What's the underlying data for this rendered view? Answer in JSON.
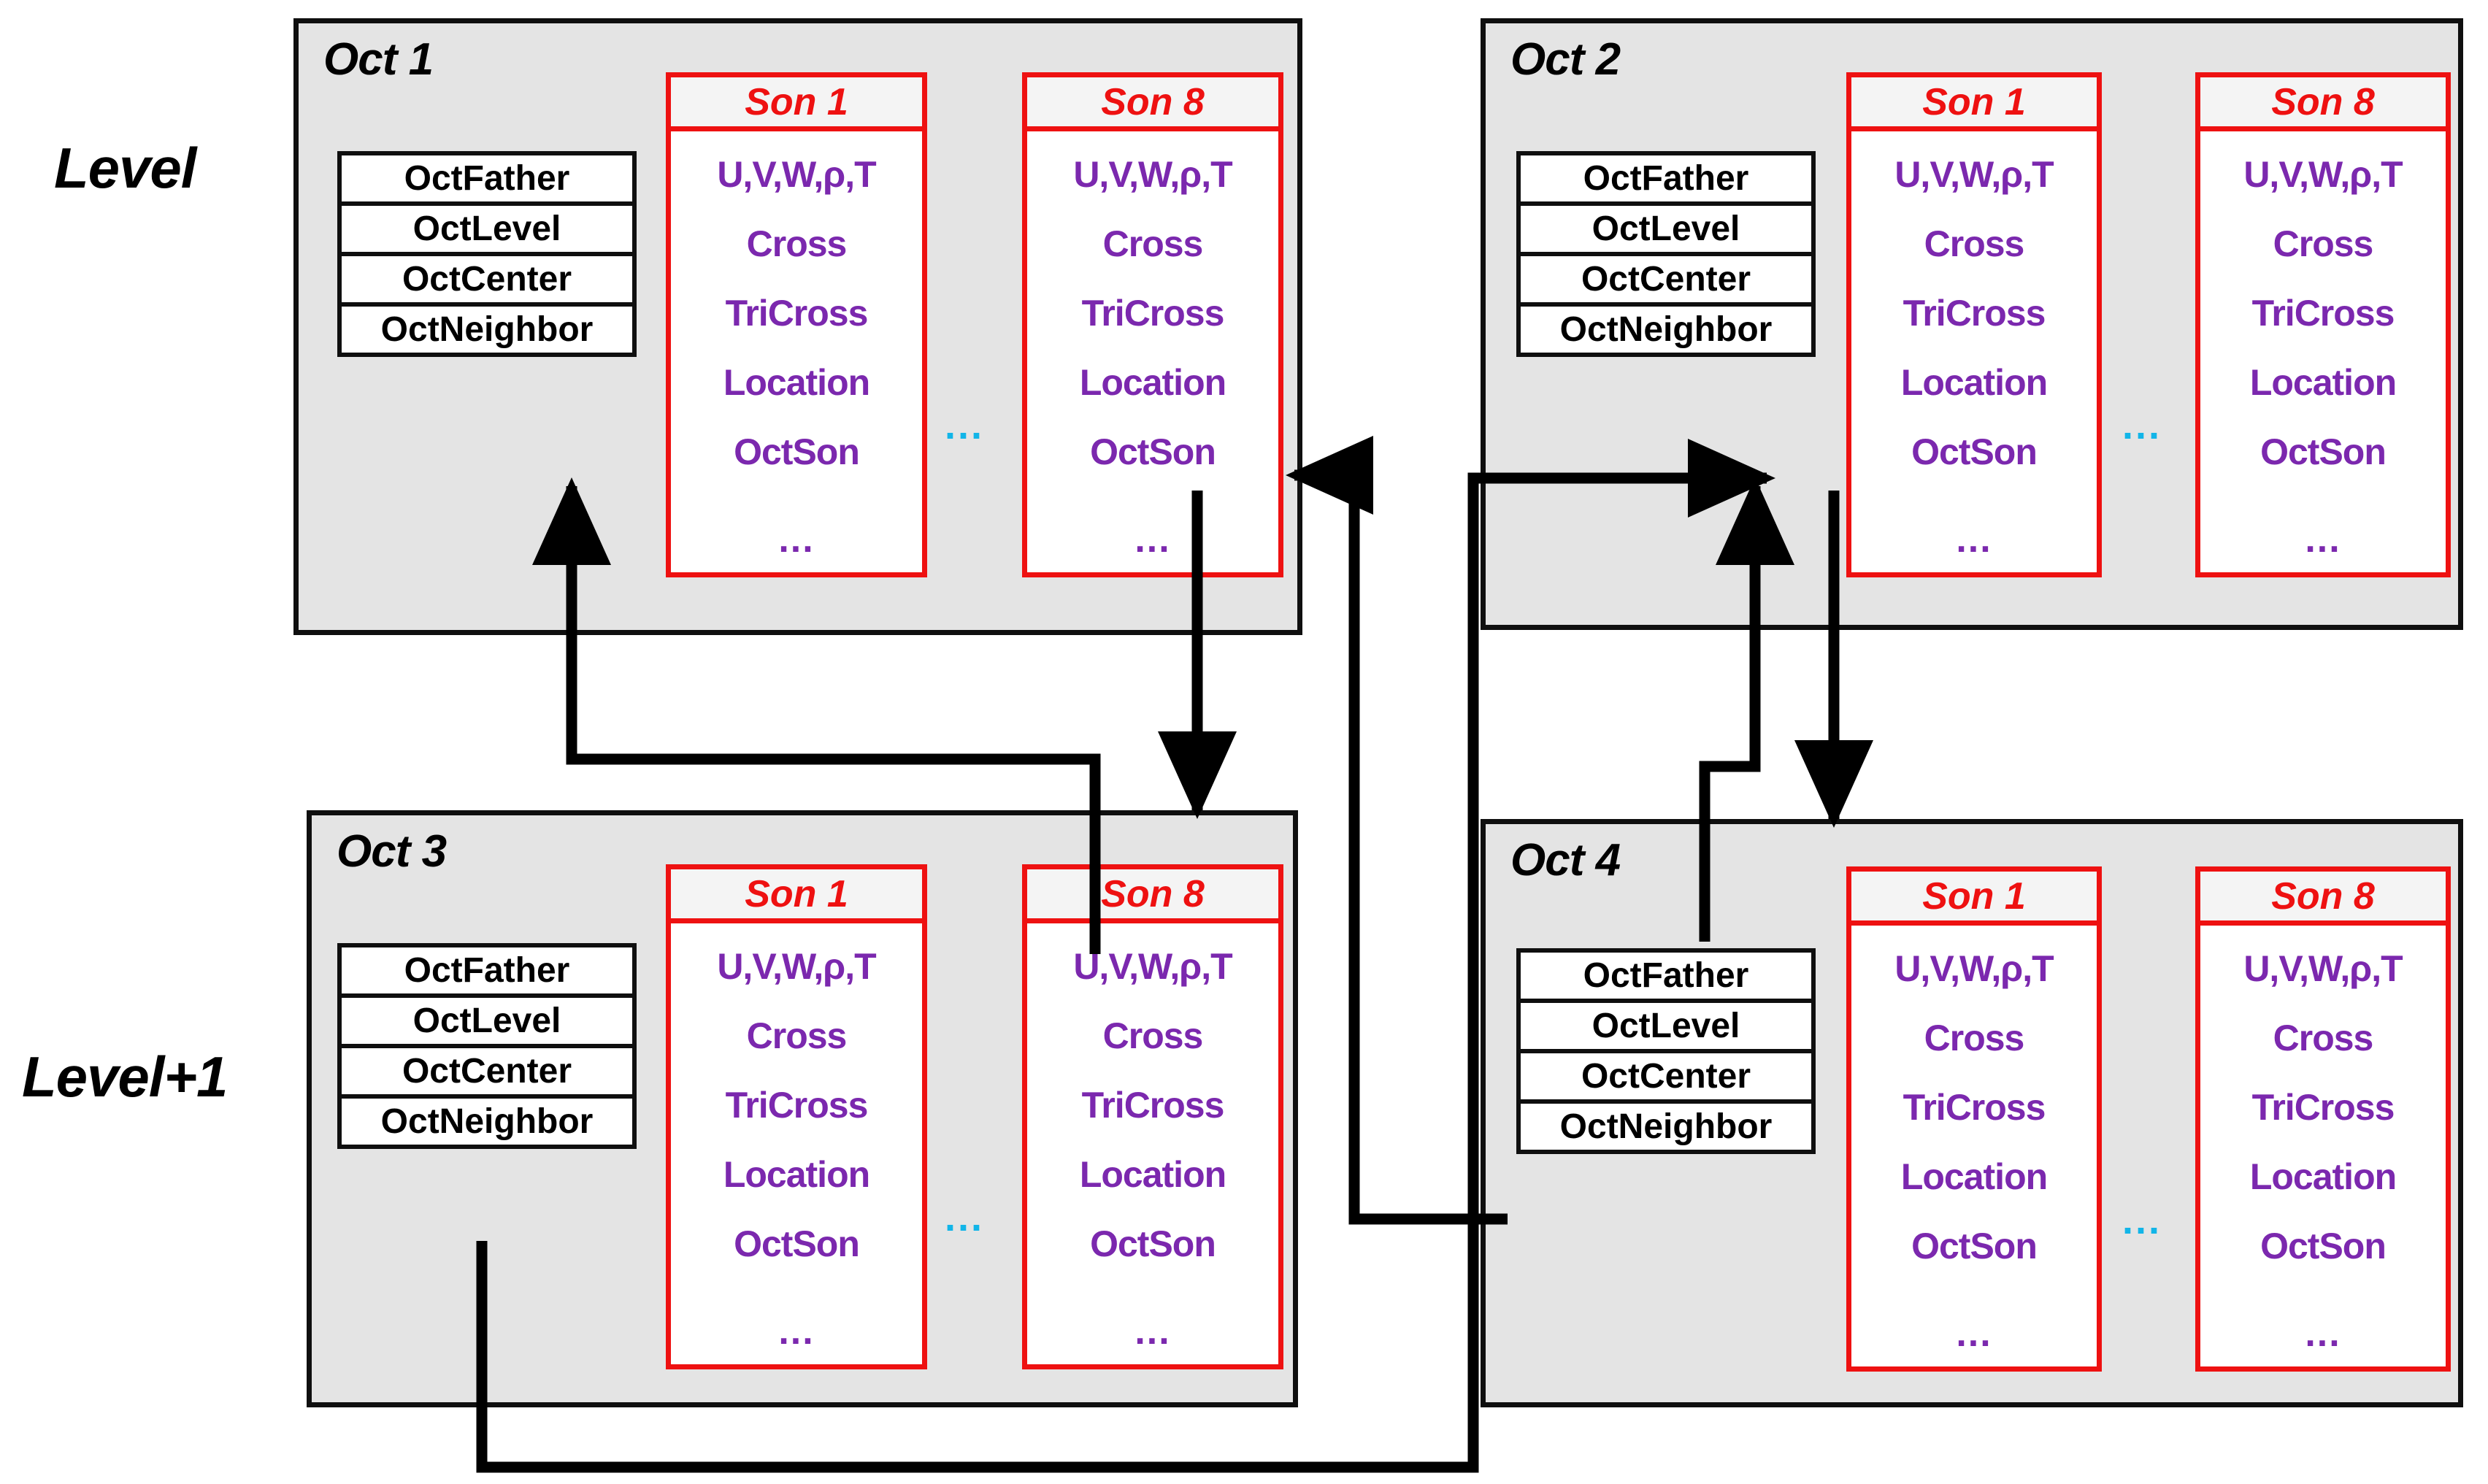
{
  "figure": {
    "type": "data-structure-diagram",
    "title": "Octree data structure linkage between Level and Level+1",
    "levels": [
      {
        "id": "level",
        "label": "Level"
      },
      {
        "id": "level_plus_1",
        "label": "Level+1"
      }
    ],
    "colors": {
      "panel_fill": "#e4e4e4",
      "panel_border": "#0f0f0f",
      "son_border": "#ee1111",
      "son_title_text": "#ee1111",
      "son_field_text": "#7B28AE",
      "attr_text": "#000000",
      "ellipsis_cyan": "#12B5E8",
      "wire": "#000000",
      "background": "#ffffff"
    },
    "attribute_fields": [
      "OctFather",
      "OctLevel",
      "OctCenter",
      "OctNeighbor"
    ],
    "son_fields": [
      "U,V,W,ρ,T",
      "Cross",
      "TriCross",
      "Location",
      "OctSon"
    ],
    "son_ellipsis": "...",
    "inter_son_ellipsis": "...",
    "son_labels": [
      "Son 1",
      "Son 8"
    ],
    "octants": [
      {
        "id": "oct1",
        "title": "Oct 1",
        "level": "Level",
        "attributes": [
          "OctFather",
          "OctLevel",
          "OctCenter",
          "OctNeighbor"
        ],
        "sons": [
          {
            "label": "Son 1",
            "fields": [
              "U,V,W,ρ,T",
              "Cross",
              "TriCross",
              "Location",
              "OctSon"
            ],
            "tail": "..."
          },
          {
            "label": "Son 8",
            "fields": [
              "U,V,W,ρ,T",
              "Cross",
              "TriCross",
              "Location",
              "OctSon"
            ],
            "tail": "..."
          }
        ]
      },
      {
        "id": "oct2",
        "title": "Oct 2",
        "level": "Level",
        "attributes": [
          "OctFather",
          "OctLevel",
          "OctCenter",
          "OctNeighbor"
        ],
        "sons": [
          {
            "label": "Son 1",
            "fields": [
              "U,V,W,ρ,T",
              "Cross",
              "TriCross",
              "Location",
              "OctSon"
            ],
            "tail": "..."
          },
          {
            "label": "Son 8",
            "fields": [
              "U,V,W,ρ,T",
              "Cross",
              "TriCross",
              "Location",
              "OctSon"
            ],
            "tail": "..."
          }
        ]
      },
      {
        "id": "oct3",
        "title": "Oct 3",
        "level": "Level+1",
        "attributes": [
          "OctFather",
          "OctLevel",
          "OctCenter",
          "OctNeighbor"
        ],
        "sons": [
          {
            "label": "Son 1",
            "fields": [
              "U,V,W,ρ,T",
              "Cross",
              "TriCross",
              "Location",
              "OctSon"
            ],
            "tail": "..."
          },
          {
            "label": "Son 8",
            "fields": [
              "U,V,W,ρ,T",
              "Cross",
              "TriCross",
              "Location",
              "OctSon"
            ],
            "tail": "..."
          }
        ]
      },
      {
        "id": "oct4",
        "title": "Oct 4",
        "level": "Level+1",
        "attributes": [
          "OctFather",
          "OctLevel",
          "OctCenter",
          "OctNeighbor"
        ],
        "sons": [
          {
            "label": "Son 1",
            "fields": [
              "U,V,W,ρ,T",
              "Cross",
              "TriCross",
              "Location",
              "OctSon"
            ],
            "tail": "..."
          },
          {
            "label": "Son 8",
            "fields": [
              "U,V,W,ρ,T",
              "Cross",
              "TriCross",
              "Location",
              "OctSon"
            ],
            "tail": "..."
          }
        ]
      }
    ],
    "connections": [
      {
        "from": "oct1.son8.OctSon",
        "to": "oct3.panel",
        "kind": "son-to-child-octant"
      },
      {
        "from": "oct3.OctFather",
        "to": "oct1.son8.OctSon",
        "kind": "father-pointer"
      },
      {
        "from": "oct2.son1.OctSon",
        "to": "oct4.panel",
        "kind": "son-to-child-octant"
      },
      {
        "from": "oct4.OctFather",
        "to": "oct2.son1.OctSon",
        "kind": "father-pointer"
      },
      {
        "from": "oct4.OctNeighbor",
        "to": "oct1.son8.OctSon",
        "kind": "neighbor-pointer"
      },
      {
        "from": "oct3.OctNeighbor",
        "to": "oct2.son1.OctSon",
        "kind": "neighbor-pointer"
      }
    ]
  }
}
